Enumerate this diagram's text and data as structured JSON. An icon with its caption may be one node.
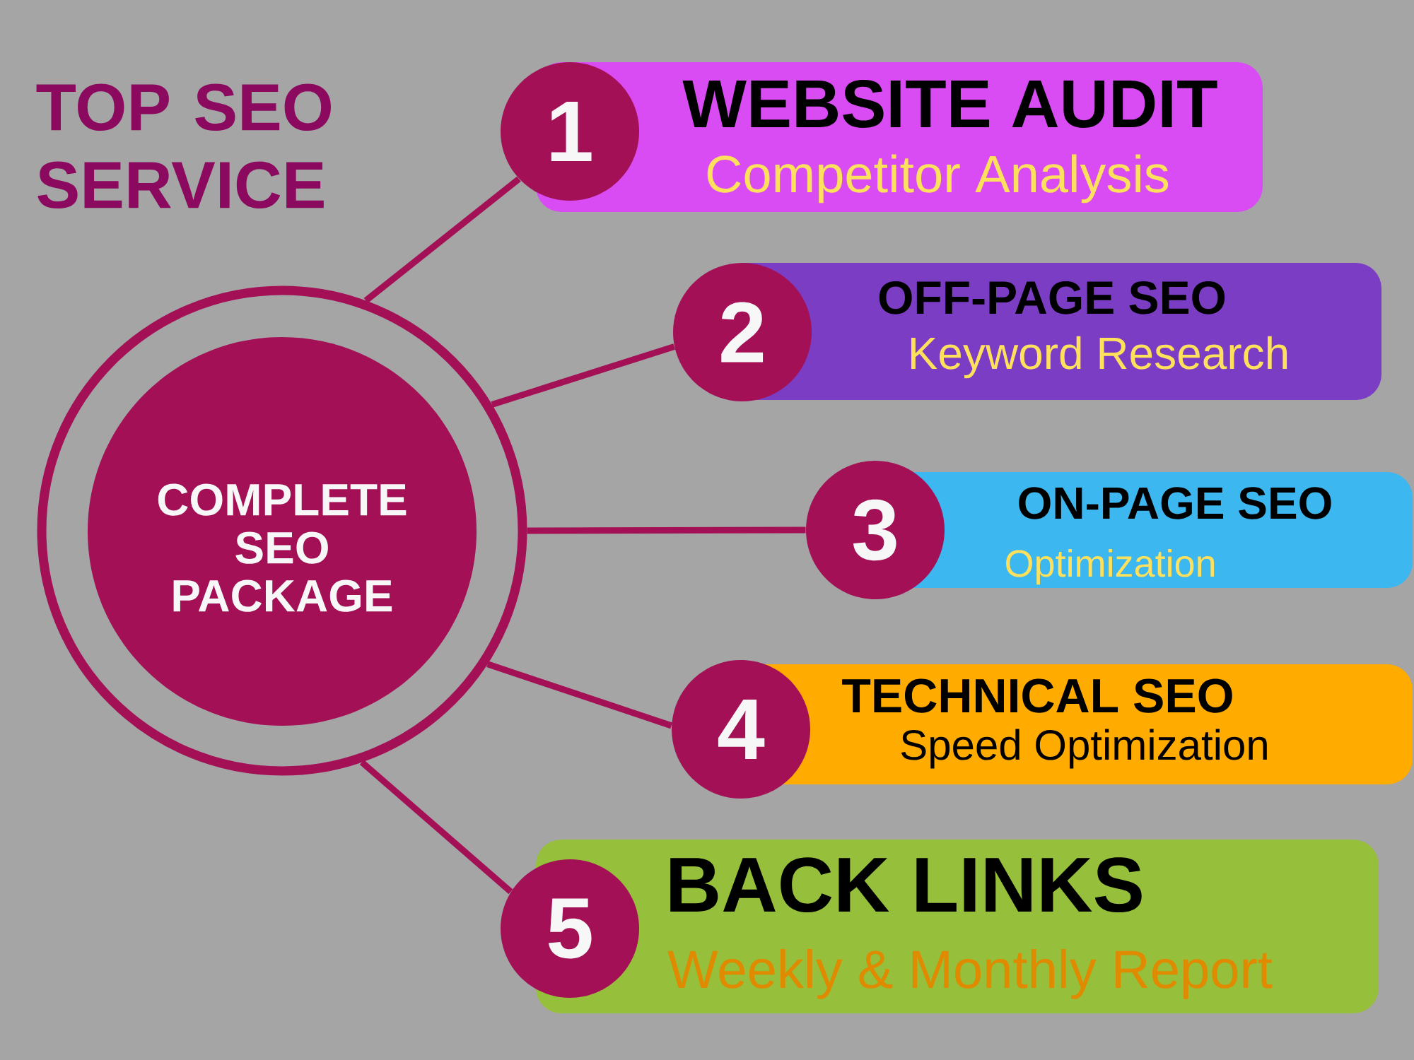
{
  "diagram": {
    "title": "TOP SEO SERVICE",
    "nodes": [
      {
        "text": [],
        "shape": "circle"
      },
      {
        "text": [
          "COMPLETE SEO PACKAGE"
        ],
        "in": 0
      },
      {
        "text": [
          "1"
        ]
      },
      {
        "text": [
          "WEBSITE AUDIT",
          "Competitor Analysis"
        ]
      },
      {
        "text": [
          "2"
        ]
      },
      {
        "text": [
          "OFF-PAGE SEO",
          "Keyword Research"
        ]
      },
      {
        "text": [
          "3"
        ]
      },
      {
        "text": [
          "ON-PAGE SEO",
          "Optimization"
        ]
      },
      {
        "text": [
          "4"
        ]
      },
      {
        "text": [
          "TECHNICAL SEO",
          "Speed Optimization"
        ]
      },
      {
        "text": [
          "5"
        ]
      },
      {
        "text": [
          "BACK LINKS",
          "Weekly & Monthly Report"
        ]
      }
    ],
    "edges": [
      {
        "from": 0,
        "to": 2,
        "arrow": "none"
      },
      {
        "from": 0,
        "to": 4,
        "arrow": "none"
      },
      {
        "from": 0,
        "to": 6,
        "arrow": "none"
      },
      {
        "from": 0,
        "to": 8,
        "arrow": "none"
      },
      {
        "from": 0,
        "to": 10,
        "arrow": "none"
      }
    ]
  }
}
